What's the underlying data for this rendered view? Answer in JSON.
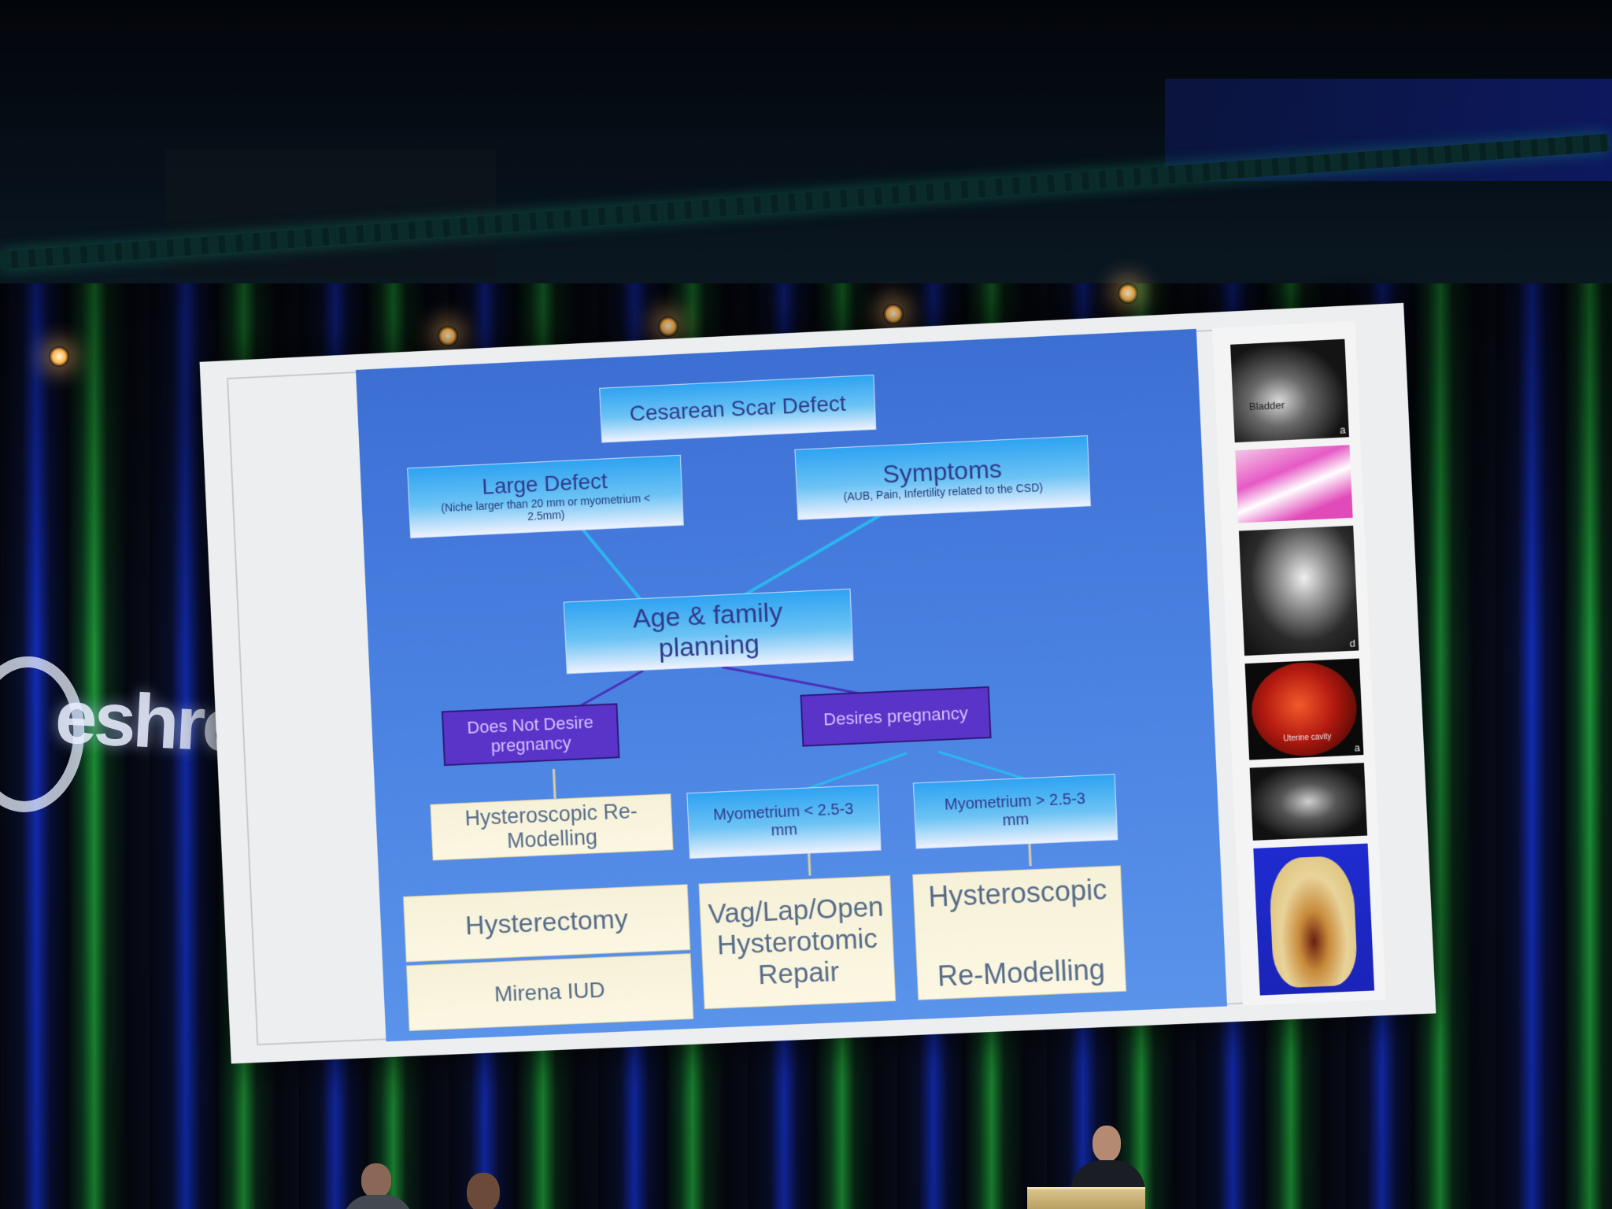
{
  "venue": {
    "logo_text": "eshre"
  },
  "slide": {
    "title": "Cesarean Scar Defect",
    "large_defect": {
      "heading": "Large Defect",
      "detail": "(Niche larger than 20 mm or myometrium < 2.5mm)"
    },
    "symptoms": {
      "heading": "Symptoms",
      "detail": "(AUB, Pain, Infertility related to the CSD)"
    },
    "age_family": "Age & family planning",
    "not_desire": "Does Not Desire pregnancy",
    "desires": "Desires pregnancy",
    "remodelling_small": "Hysteroscopic Re-Modelling",
    "myo_low": "Myometrium < 2.5-3 mm",
    "myo_high": "Myometrium > 2.5-3 mm",
    "hysterectomy": "Hysterectomy",
    "mirena": "Mirena IUD",
    "vaglap": "Vag/Lap/Open Hysterotomic Repair",
    "hysteroscopic_large_1": "Hysteroscopic",
    "hysteroscopic_large_2": "Re-Modelling"
  },
  "thumbnails": {
    "mri_label": "Bladder",
    "mri_letter": "a",
    "xray_letter": "d",
    "hysteroscopy_label": "Uterine cavity",
    "hysteroscopy_letter": "a"
  },
  "colors": {
    "slide_blue": "#4a82e2",
    "box_purple": "#5a34c8",
    "box_cream": "#f6f1d8",
    "curtain_blue": "#1430c8",
    "curtain_green": "#1fa03a"
  }
}
